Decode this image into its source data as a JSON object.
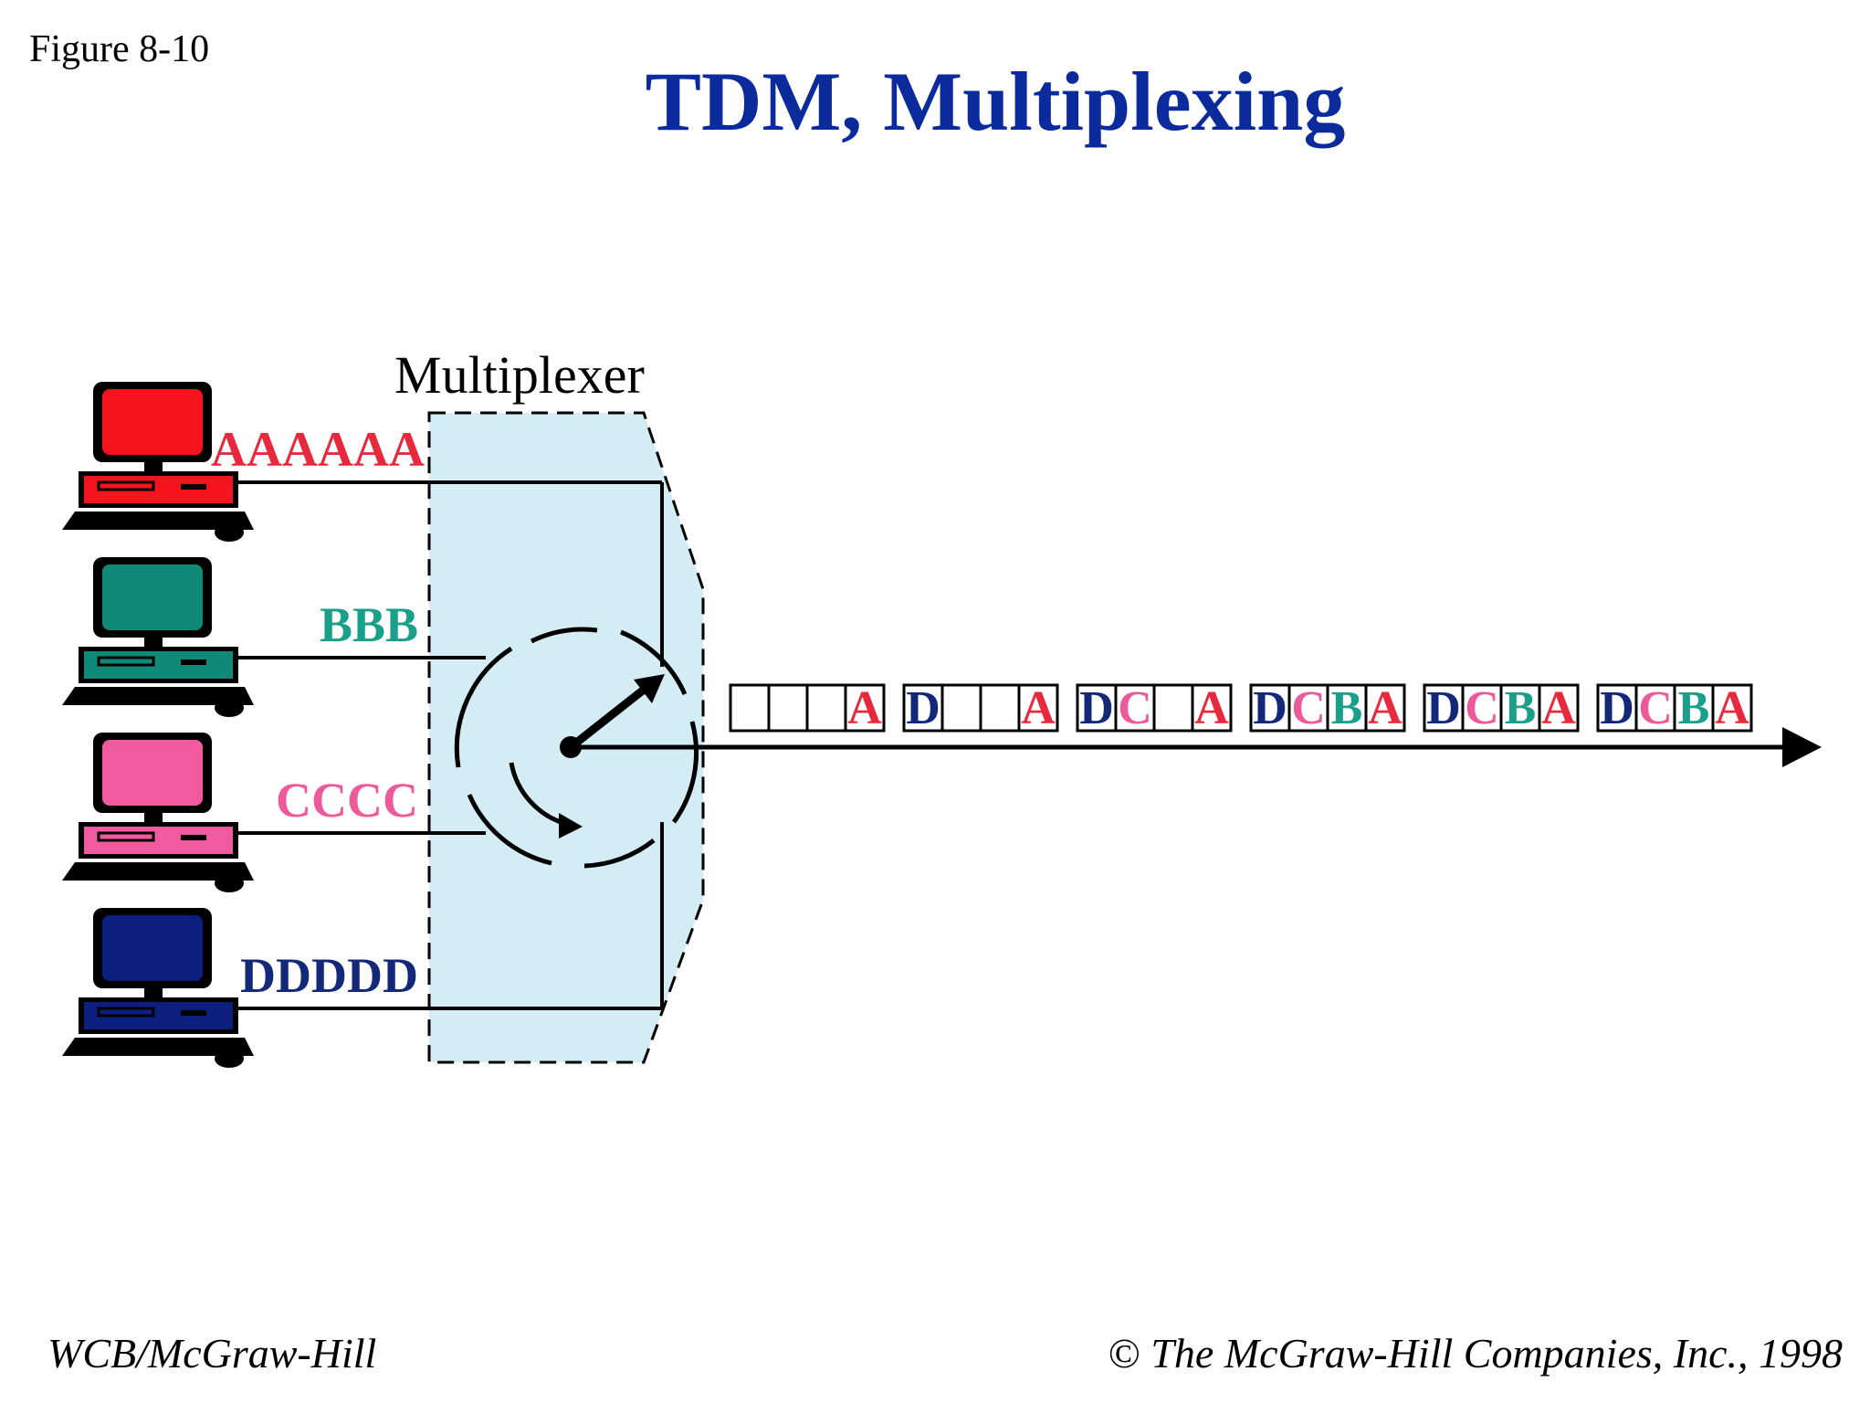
{
  "figure_label": "Figure 8-10",
  "title": "TDM, Multiplexing",
  "footer": {
    "publisher": "WCB/McGraw-Hill",
    "copyright_symbol": "©",
    "copyright": " The McGraw-Hill Companies, Inc., 1998"
  },
  "diagram": {
    "multiplexer_label": "Multiplexer",
    "sources": [
      {
        "label": "AAAAAA",
        "color": "#e8283c",
        "computer_color": "#f5141e"
      },
      {
        "label": "BBB",
        "color": "#1aa08a",
        "computer_color": "#0f8a78"
      },
      {
        "label": "CCCC",
        "color": "#ec5a9a",
        "computer_color": "#f25aa0"
      },
      {
        "label": "DDDDD",
        "color": "#14287a",
        "computer_color": "#0c1e7e"
      }
    ],
    "mux_fill": "#d4ecf4",
    "frames": [
      [
        "",
        "",
        "",
        "A"
      ],
      [
        "D",
        "",
        "",
        "A"
      ],
      [
        "D",
        "C",
        "",
        "A"
      ],
      [
        "D",
        "C",
        "B",
        "A"
      ],
      [
        "D",
        "C",
        "B",
        "A"
      ],
      [
        "D",
        "C",
        "B",
        "A"
      ]
    ],
    "letter_colors": {
      "A": "#e8283c",
      "B": "#1aa08a",
      "C": "#ec5a9a",
      "D": "#14287a"
    }
  }
}
